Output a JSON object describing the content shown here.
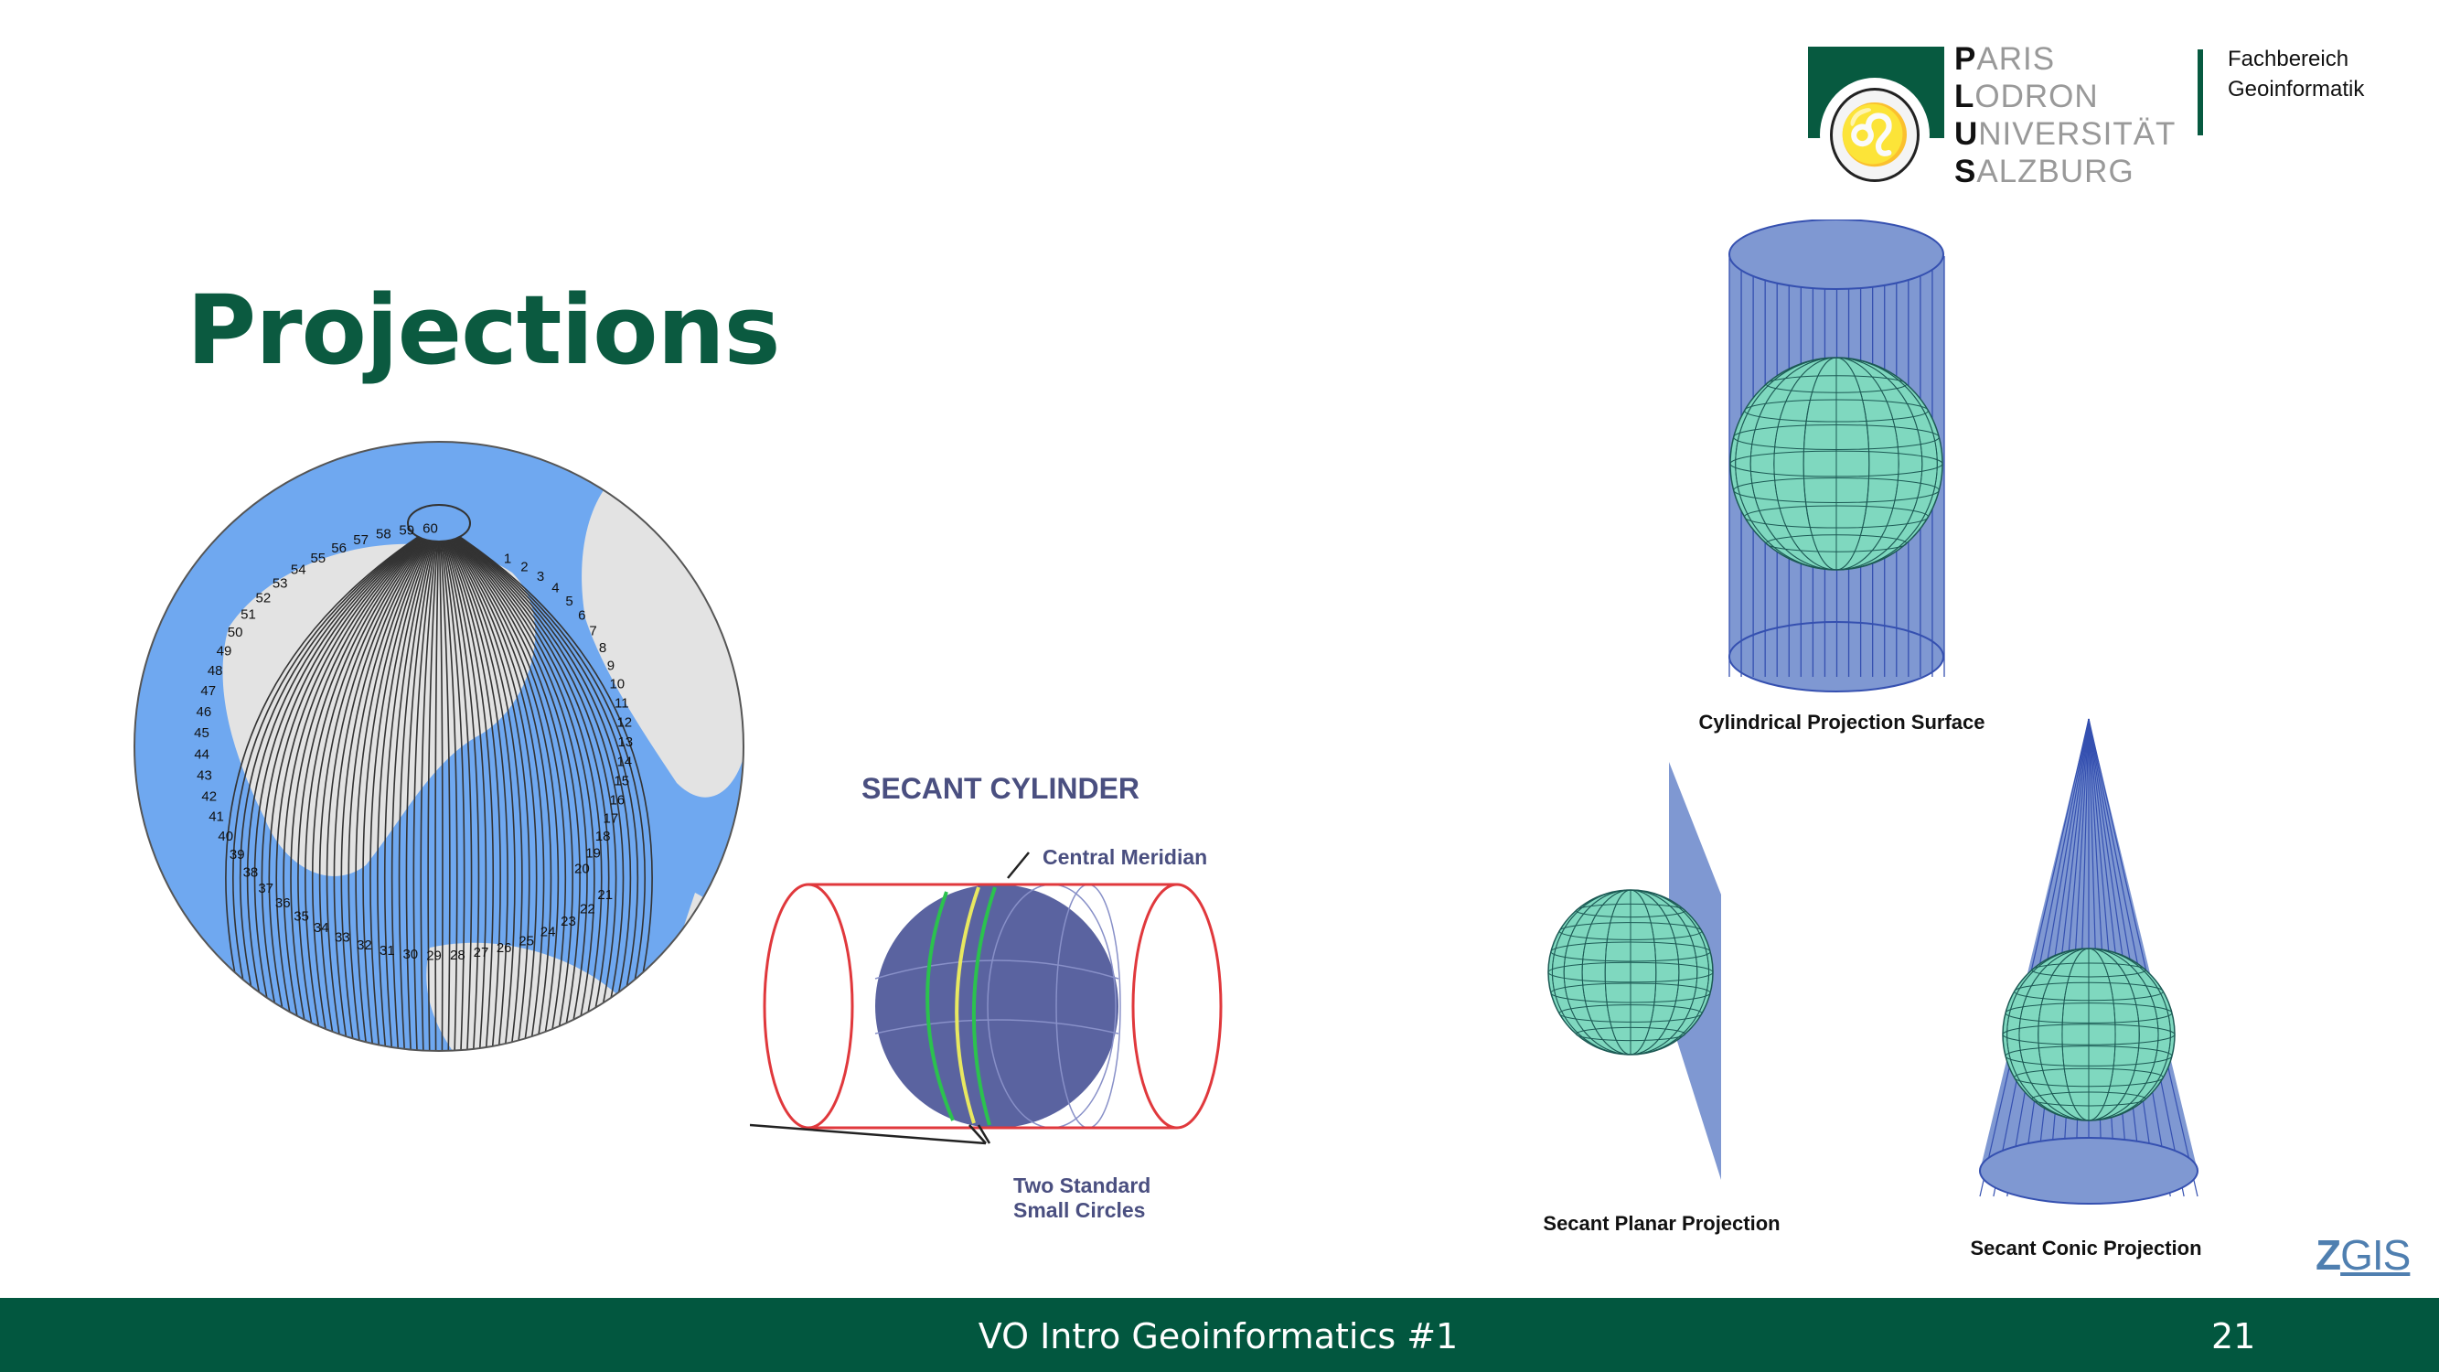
{
  "slide_title": "Projections",
  "logo": {
    "lines": [
      {
        "initial": "P",
        "rest": "ARIS"
      },
      {
        "initial": "L",
        "rest": "ODRON"
      },
      {
        "initial": "U",
        "rest": "NIVERSITÄT"
      },
      {
        "initial": "S",
        "rest": "ALZBURG"
      }
    ],
    "department": [
      "Fachbereich",
      "Geoinformatik"
    ]
  },
  "globe": {
    "utm_zone_first": 1,
    "utm_zone_last": 60
  },
  "secant_cylinder": {
    "title": "SECANT CYLINDER",
    "central_meridian": "Central Meridian",
    "small_circles_1": "Two Standard",
    "small_circles_2": "Small Circles"
  },
  "captions": {
    "cylindrical": "Cylindrical Projection Surface",
    "planar": "Secant Planar Projection",
    "conic": "Secant Conic Projection"
  },
  "zgis": {
    "z": "Z",
    "rest": "GIS"
  },
  "footer": {
    "text": "VO Intro Geoinformatics #1",
    "page": "21"
  },
  "colors": {
    "brand_green": "#02573f",
    "globe_blue": "#6fa8f0",
    "surface_blue": "#7f98d2",
    "sphere_green": "#7fd8bf"
  }
}
